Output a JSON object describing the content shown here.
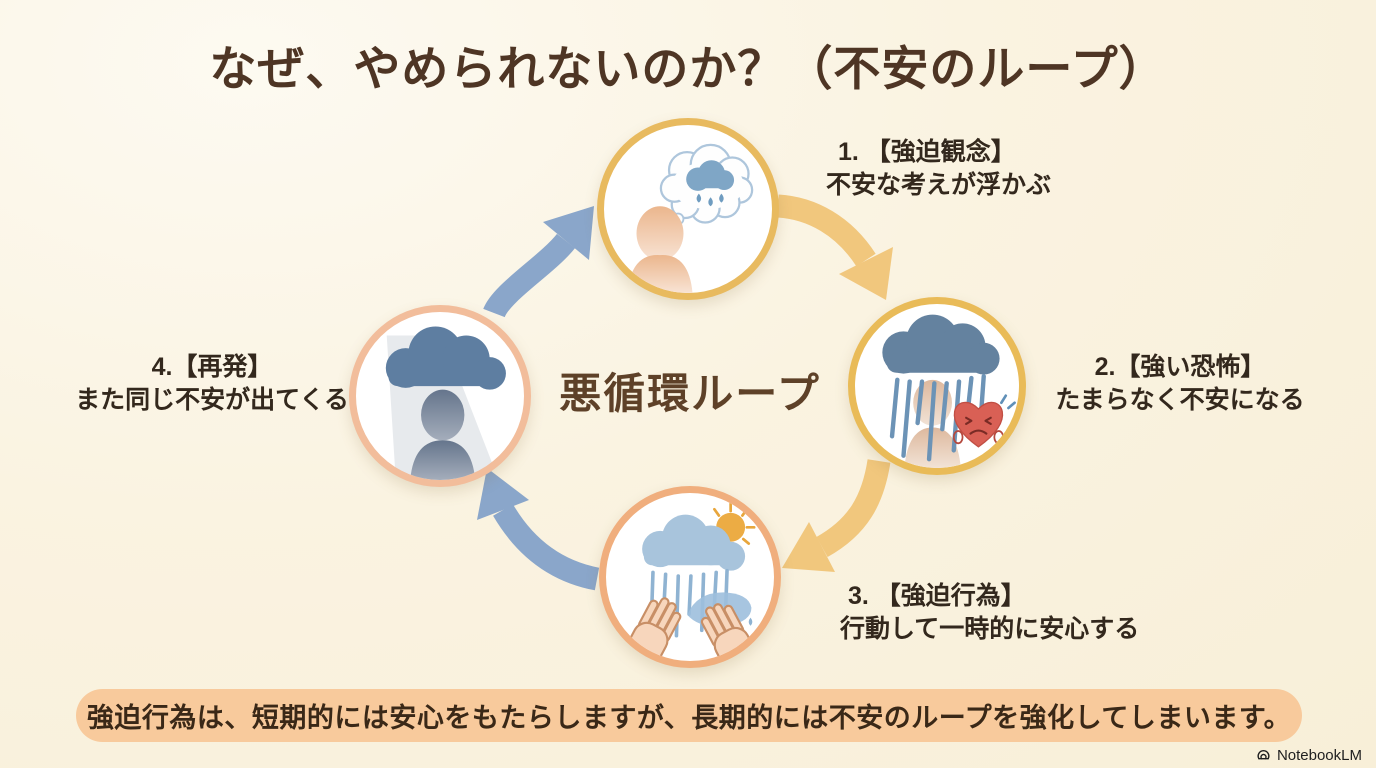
{
  "title": {
    "text": "なぜ、やめられないのか？（不安のループ）"
  },
  "cycle": {
    "center_label": "悪循環ループ",
    "steps": [
      {
        "id": "1",
        "label": "1. 【強迫観念】",
        "description": "不安な考えが浮かぶ",
        "icon": "anxious-thought-cloud-icon"
      },
      {
        "id": "2",
        "label": "2.【強い恐怖】",
        "description": "たまらなく不安になる",
        "icon": "storm-rain-distressed-heart-icon"
      },
      {
        "id": "3",
        "label": "3. 【強迫行為】",
        "description": "行動して一時的に安心する",
        "icon": "hand-washing-rain-sun-icon"
      },
      {
        "id": "4",
        "label": "4.【再発】",
        "description": "また同じ不安が出てくる",
        "icon": "dark-cloud-person-icon"
      }
    ],
    "arrow_colors": {
      "step1_to_step2": "#F1C77D",
      "step2_to_step3": "#F1C77D",
      "step3_to_step4": "#8AA6CA",
      "step4_to_step1": "#8AA6CA"
    }
  },
  "banner": {
    "text": "強迫行為は、短期的には安心をもたらしますが、長期的には不安のループを強化してしまいます。"
  },
  "footer": {
    "brand": "NotebookLM"
  },
  "colors": {
    "background": "#F9F1DD",
    "title_text": "#4E3524",
    "label_text": "#33281D",
    "center_text": "#5E4128",
    "circle_border_gold": "#E8BA5F",
    "circle_border_orange": "#F0AE7D",
    "circle_border_peach": "#F2BD9B",
    "banner_bg": "#F8CA9C",
    "banner_text": "#3A2817"
  }
}
